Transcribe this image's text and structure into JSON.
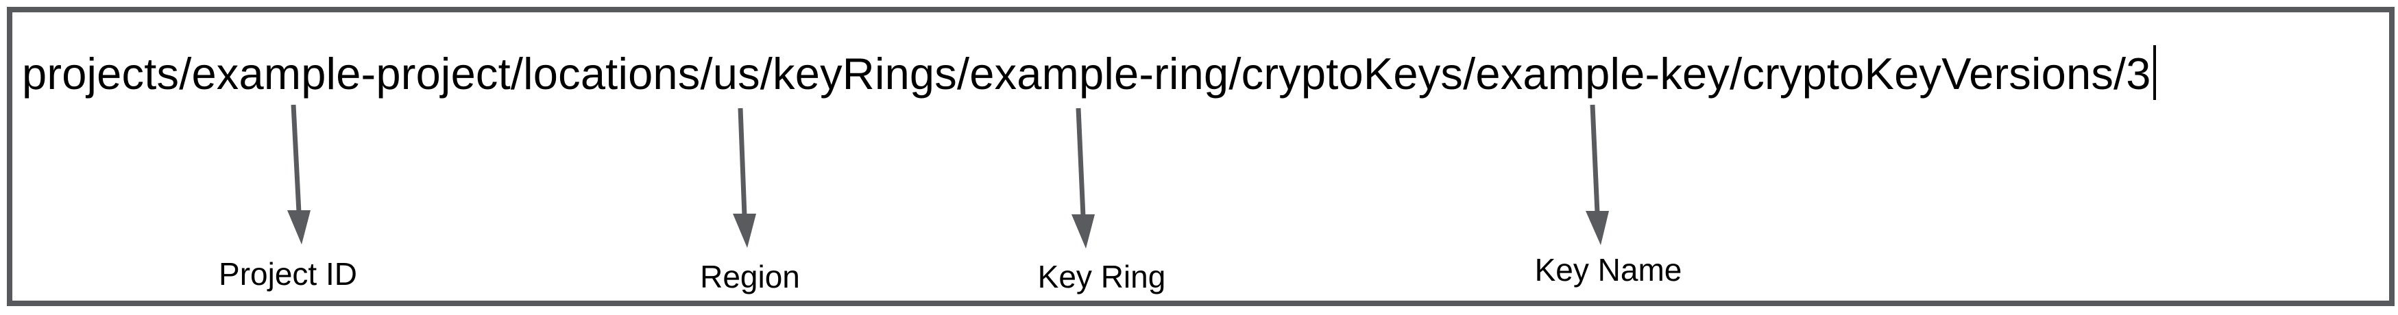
{
  "resource_path": {
    "value": "projects/example-project/locations/us/keyRings/example-ring/cryptoKeys/example-key/cryptoKeyVersions/3"
  },
  "annotations": [
    {
      "label": "Project ID"
    },
    {
      "label": "Region"
    },
    {
      "label": "Key Ring"
    },
    {
      "label": "Key Name"
    }
  ],
  "icons": [
    {
      "name": "arrow-down-icon",
      "count": 4
    },
    {
      "name": "text-cursor",
      "glyph": "|"
    }
  ],
  "colors": {
    "background": "#ffffff",
    "border": "#58595c",
    "arrow": "#5a5b5e",
    "text": "#000000"
  }
}
